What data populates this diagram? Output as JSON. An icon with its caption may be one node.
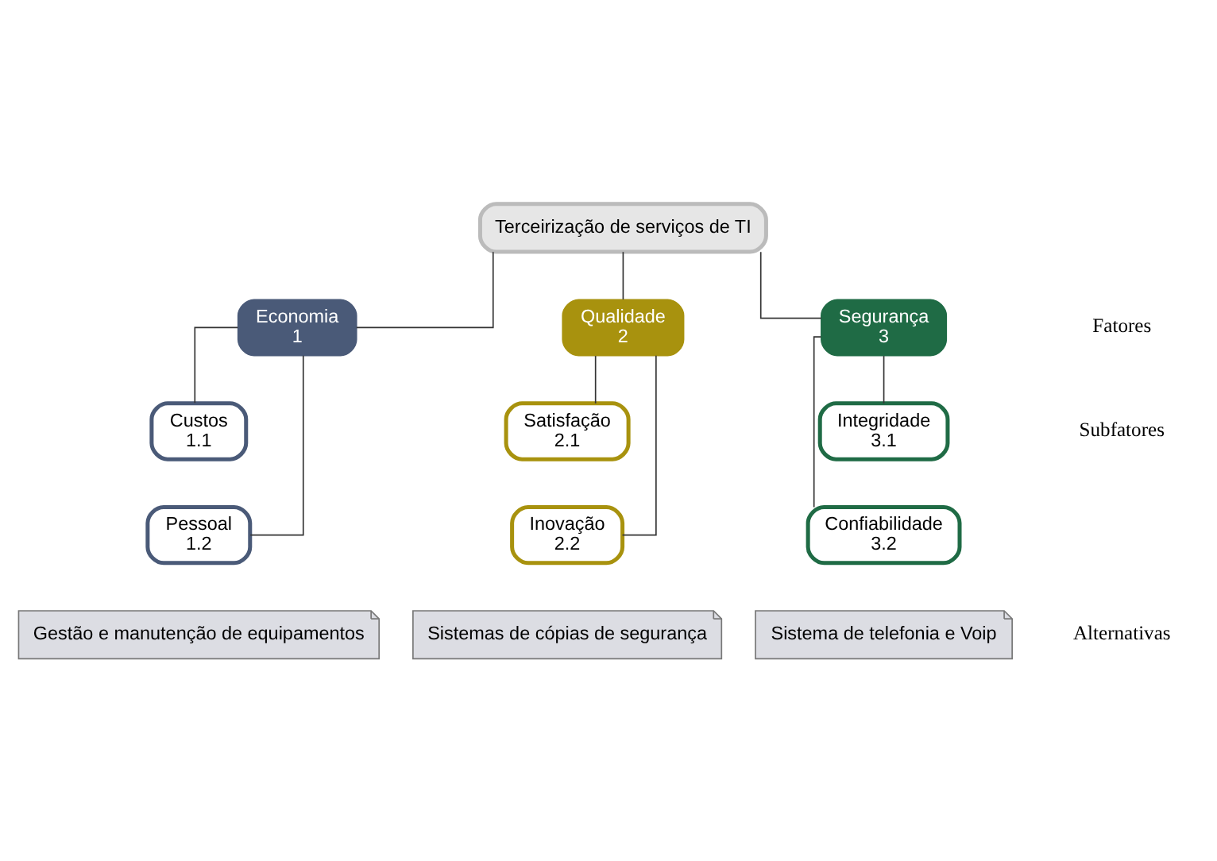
{
  "diagram": {
    "nodes": [
      {
        "text": [
          "Terceirização de serviços de TI"
        ]
      },
      {
        "text": [
          "Economia",
          "1"
        ]
      },
      {
        "text": [
          "Qualidade",
          "2"
        ]
      },
      {
        "text": [
          "Segurança",
          "3"
        ]
      },
      {
        "text": [
          "Custos",
          "1.1"
        ]
      },
      {
        "text": [
          "Pessoal",
          "1.2"
        ]
      },
      {
        "text": [
          "Satisfação",
          "2.1"
        ]
      },
      {
        "text": [
          "Inovação",
          "2.2"
        ]
      },
      {
        "text": [
          "Integridade",
          "3.1"
        ]
      },
      {
        "text": [
          "Confiabilidade",
          "3.2"
        ]
      },
      {
        "text": [
          "Gestão e manutenção de equipamentos"
        ]
      },
      {
        "text": [
          "Sistemas de cópias de segurança"
        ]
      },
      {
        "text": [
          "Sistema de telefonia e Voip"
        ]
      }
    ],
    "edges": [
      {
        "from": 0,
        "to": 1,
        "arrow": "none"
      },
      {
        "from": 0,
        "to": 2,
        "arrow": "none"
      },
      {
        "from": 0,
        "to": 3,
        "arrow": "none"
      },
      {
        "from": 1,
        "to": 4,
        "arrow": "none"
      },
      {
        "from": 1,
        "to": 5,
        "arrow": "none"
      },
      {
        "from": 2,
        "to": 6,
        "arrow": "none"
      },
      {
        "from": 2,
        "to": 7,
        "arrow": "none"
      },
      {
        "from": 3,
        "to": 8,
        "arrow": "none"
      },
      {
        "from": 3,
        "to": 9,
        "arrow": "none"
      }
    ],
    "labels": [
      "Fatores",
      "Subfatores",
      "Alternativas"
    ]
  }
}
